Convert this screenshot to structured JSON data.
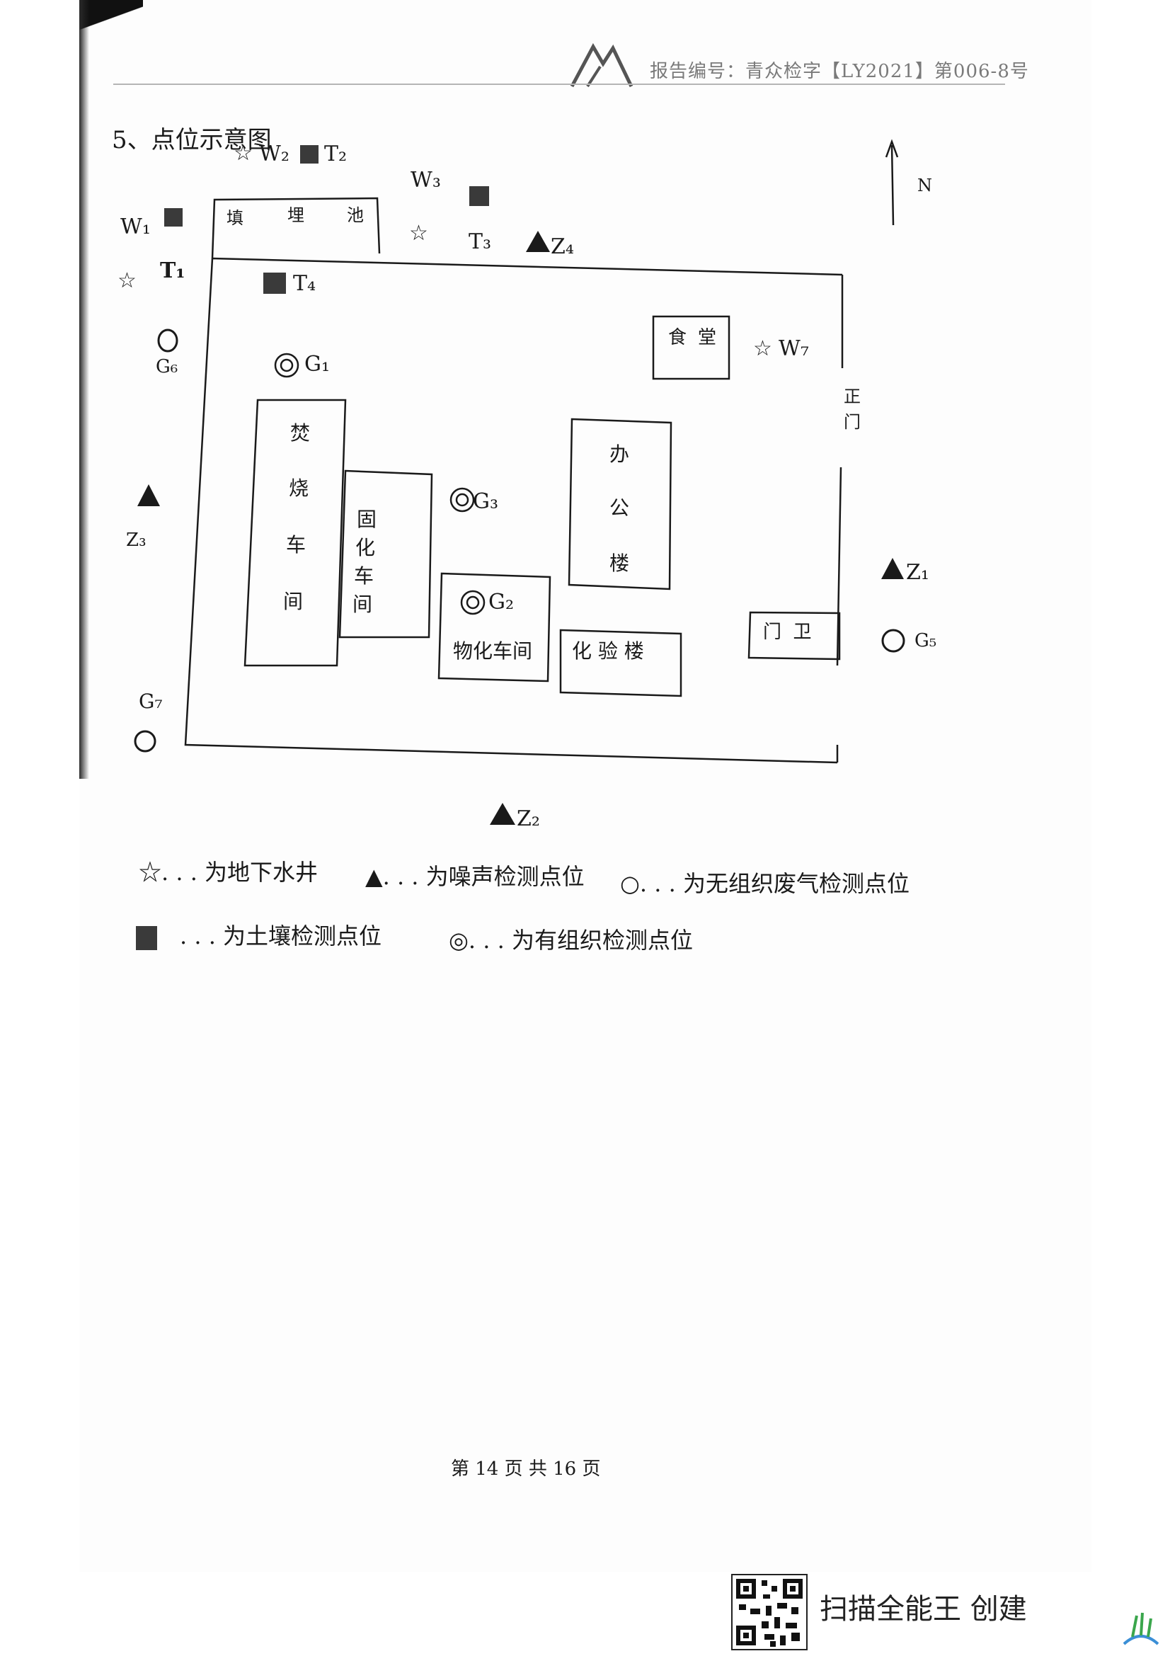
{
  "header": {
    "report_number": "报告编号：青众检字【LY2021】第006-8号"
  },
  "section_title": "5、点位示意图",
  "compass": {
    "label": "N"
  },
  "buildings": {
    "landfill_pool": [
      "填",
      "埋",
      "池"
    ],
    "canteen": [
      "食",
      "堂"
    ],
    "main_gate": [
      "正",
      "门"
    ],
    "incineration_workshop": [
      "焚",
      "烧",
      "车",
      "间"
    ],
    "solidification_workshop": [
      "固",
      "化",
      "车",
      "间"
    ],
    "office_building": [
      "办",
      "公",
      "楼"
    ],
    "physchem_workshop": "物化车间",
    "lab_building": "化 验 楼",
    "guard_room": "门  卫"
  },
  "points": {
    "W1": "W₁",
    "W2": "W₂",
    "W3": "W₃",
    "W7": "W₇",
    "T1": "T₁",
    "T2": "T₂",
    "T3": "T₃",
    "T4": "T₄",
    "Z1": "Z₁",
    "Z2": "Z₂",
    "Z3": "Z₃",
    "Z4": "Z₄",
    "G1": "G₁",
    "G2": "G₂",
    "G3": "G₃",
    "G5": "G₅",
    "G6": "G₆",
    "G7": "G₇"
  },
  "legend": {
    "groundwater": "☆. . . 为地下水井",
    "noise": "▲. . . 为噪声检测点位",
    "unorganized_gas": "○. . . 为无组织废气检测点位",
    "soil": ". . . 为土壤检测点位",
    "organized": "◎. . . 为有组织检测点位"
  },
  "footer": {
    "page": "第 14 页 共 16 页"
  },
  "scanner_mark": "扫描全能王 创建",
  "colors": {
    "ink": "#1a1a1a",
    "soil_box": "#3a3a3a",
    "paper": "#fdfdfd"
  }
}
